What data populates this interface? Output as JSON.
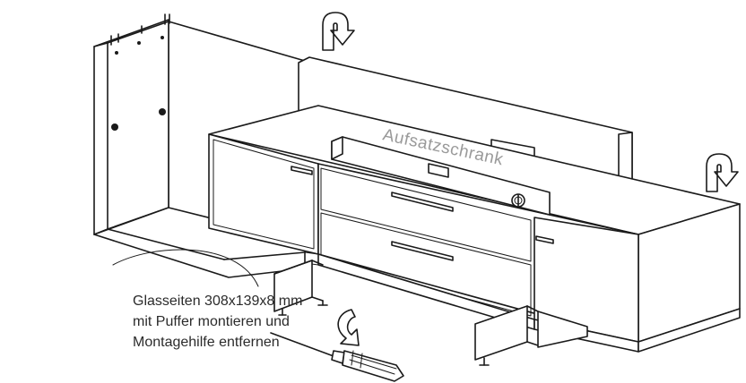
{
  "diagram": {
    "callout_lines": [
      "Glasseiten 308x139x8 mm",
      "mit Puffer montieren und",
      "Montagehilfe entfernen"
    ],
    "part_label": "Aufsatzschrank",
    "icons": [
      "rotate-arrow-icon",
      "rotate-arrow-icon",
      "turn-arrow-icon",
      "screwdriver-icon"
    ]
  }
}
